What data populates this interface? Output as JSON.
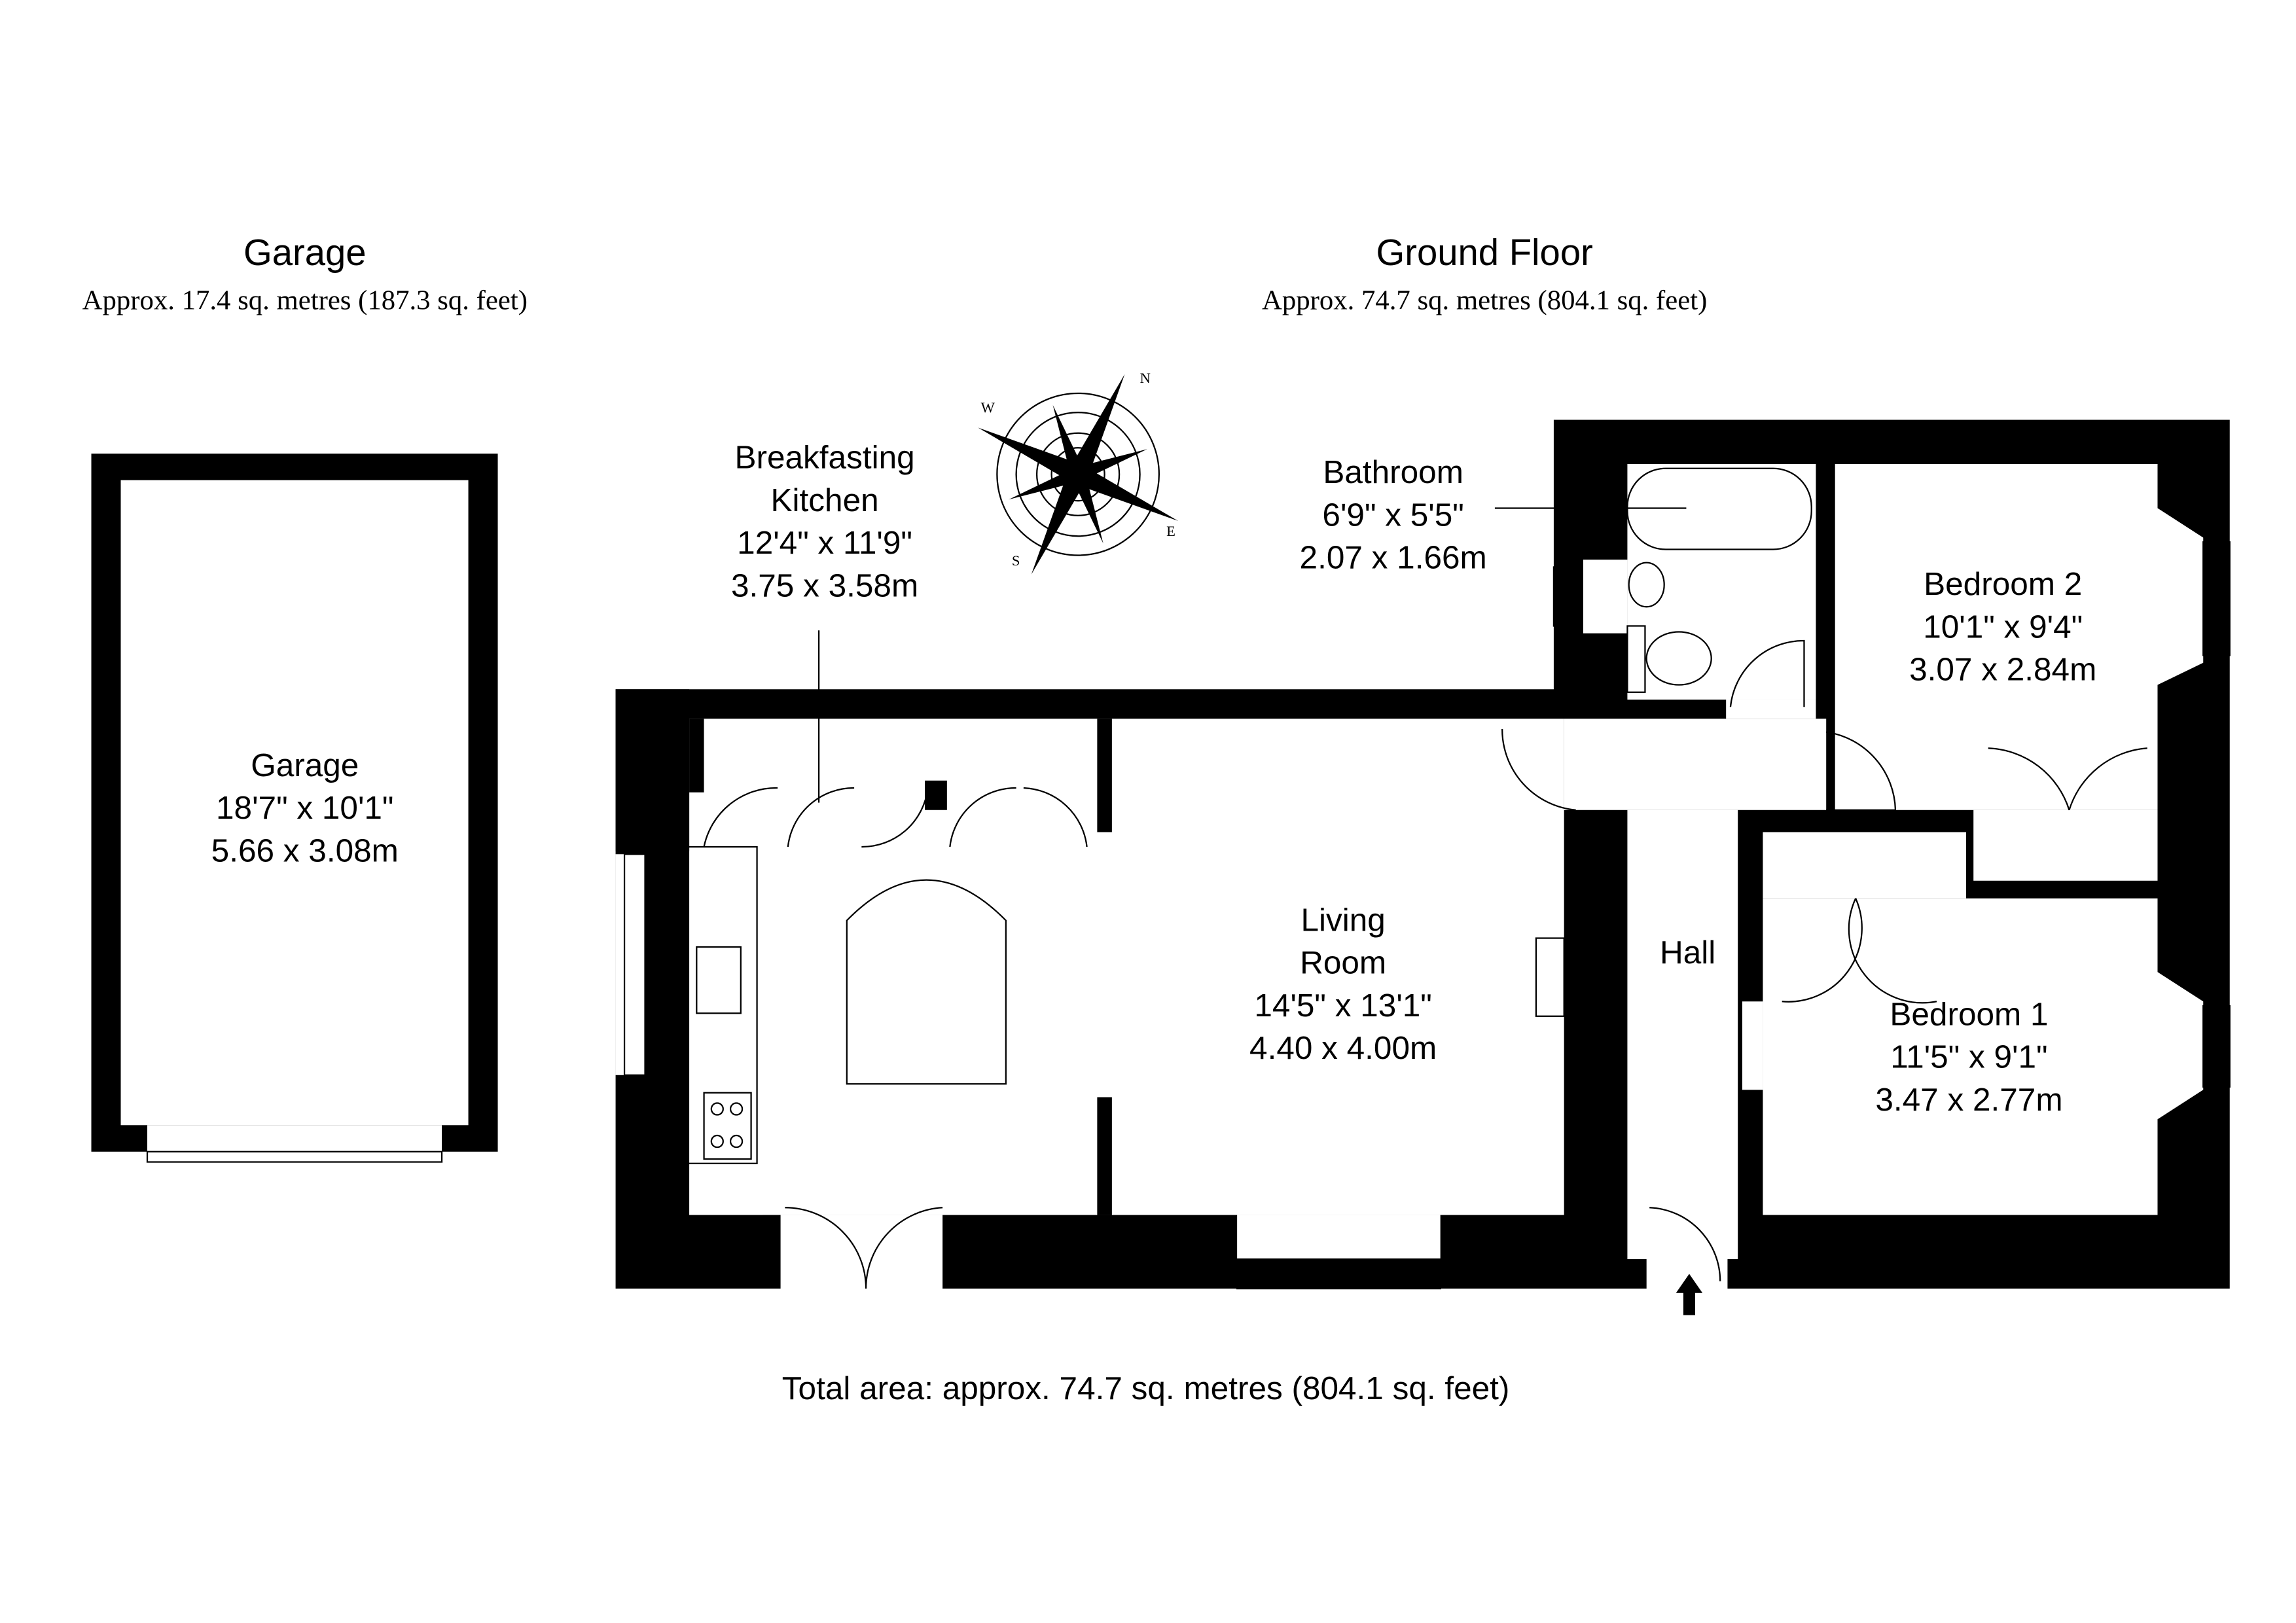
{
  "garage_header": {
    "title": "Garage",
    "area": "Approx. 17.4 sq. metres (187.3 sq. feet)"
  },
  "ground_header": {
    "title": "Ground Floor",
    "area": "Approx. 74.7 sq. metres (804.1 sq. feet)"
  },
  "rooms": {
    "garage": {
      "name": "Garage",
      "imperial": "18'7\" x 10'1\"",
      "metric": "5.66 x 3.08m"
    },
    "kitchen": {
      "name1": "Breakfasting",
      "name2": "Kitchen",
      "imperial": "12'4\" x 11'9\"",
      "metric": "3.75 x 3.58m"
    },
    "bathroom": {
      "name": "Bathroom",
      "imperial": "6'9\" x 5'5\"",
      "metric": "2.07 x 1.66m"
    },
    "bedroom2": {
      "name": "Bedroom 2",
      "imperial": "10'1\" x 9'4\"",
      "metric": "3.07 x 2.84m"
    },
    "living": {
      "name1": "Living",
      "name2": "Room",
      "imperial": "14'5\" x 13'1\"",
      "metric": "4.40 x 4.00m"
    },
    "hall": {
      "name": "Hall"
    },
    "bedroom1": {
      "name": "Bedroom 1",
      "imperial": "11'5\" x 9'1\"",
      "metric": "3.47 x 2.77m"
    }
  },
  "compass": {
    "n": "N",
    "s": "S",
    "e": "E",
    "w": "W"
  },
  "total": "Total area: approx. 74.7 sq. metres (804.1 sq. feet)"
}
